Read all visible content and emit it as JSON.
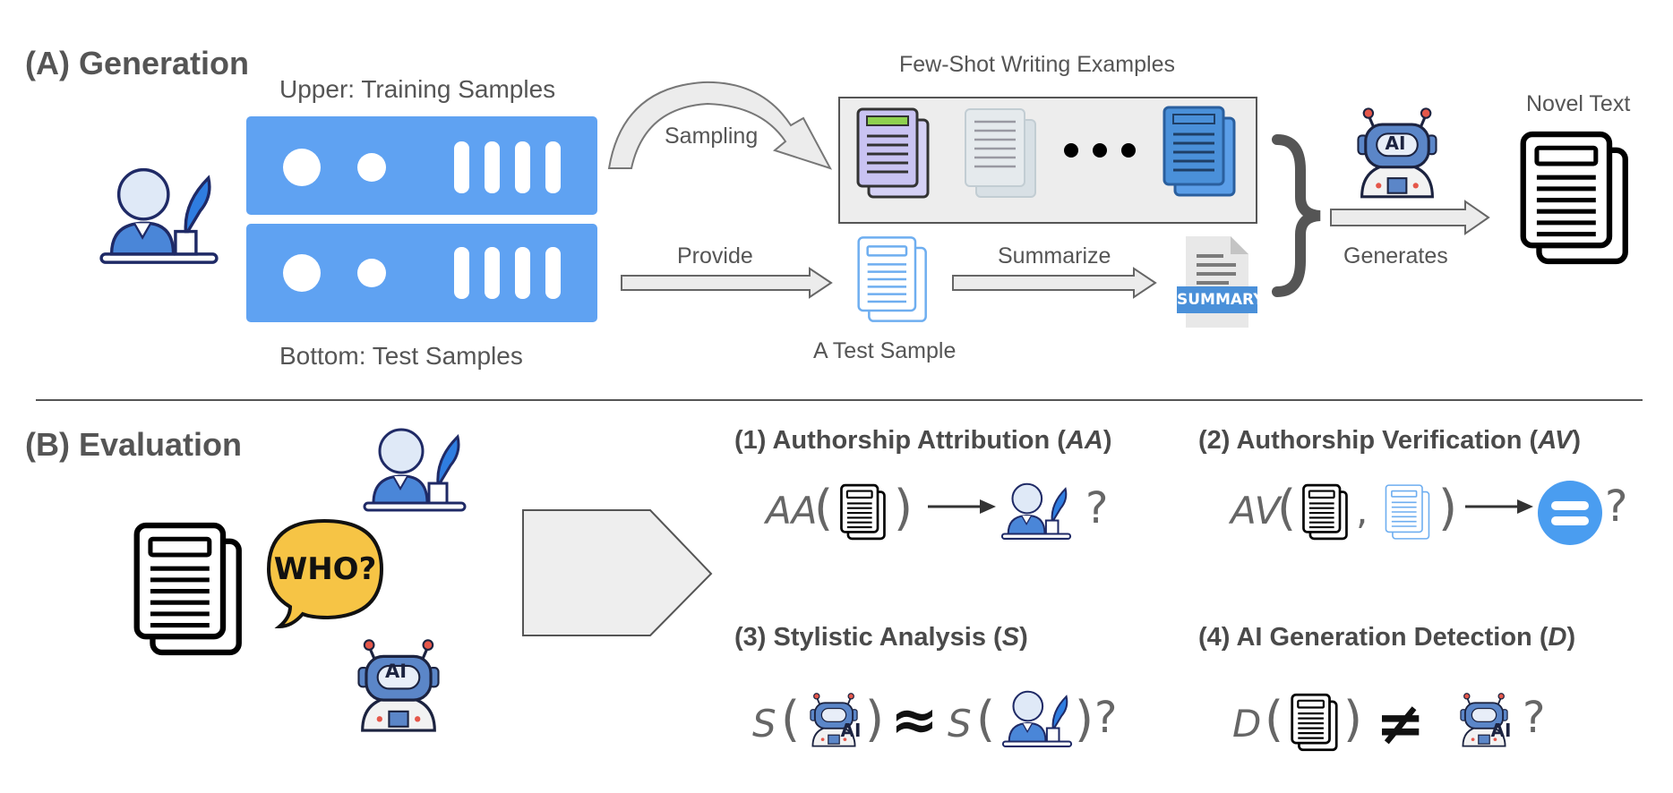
{
  "sections": {
    "generation": {
      "title": "(A) Generation"
    },
    "evaluation": {
      "title": "(B) Evaluation"
    }
  },
  "generation": {
    "server_upper_label": "Upper: Training Samples",
    "server_lower_label": "Bottom: Test Samples",
    "sampling_label": "Sampling",
    "provide_label": "Provide",
    "few_shot_label": "Few-Shot Writing Examples",
    "test_sample_label": "A Test Sample",
    "summarize_label": "Summarize",
    "summary_badge": "SUMMARY",
    "generates_label": "Generates",
    "novel_text_label": "Novel Text",
    "robot_badge": "AI"
  },
  "evaluation": {
    "who_bubble": "WHO?",
    "robot_badge": "AI",
    "tasks": [
      {
        "number": "(1)",
        "title": "Authorship Attribution",
        "abbr": "AA",
        "formula_fn": "AA",
        "question": "?"
      },
      {
        "number": "(2)",
        "title": "Authorship Verification",
        "abbr": "AV",
        "formula_fn": "AV",
        "question": "?"
      },
      {
        "number": "(3)",
        "title": "Stylistic Analysis",
        "abbr": "S",
        "formula_fn": "S",
        "question": "?"
      },
      {
        "number": "(4)",
        "title": "AI Generation Detection",
        "abbr": "D",
        "formula_fn": "D",
        "question": "?"
      }
    ],
    "approx_symbol": "≈",
    "not_equal_symbol": "≠",
    "comma": ","
  },
  "colors": {
    "server_blue": "#5fa2f2",
    "doc_blue": "#4a90d9",
    "robot_blue": "#5b86c8",
    "bubble_yellow": "#f6c445",
    "equal_circle": "#4a9df0",
    "arrow_fill": "#ececec",
    "panel_fill": "#ededed"
  }
}
